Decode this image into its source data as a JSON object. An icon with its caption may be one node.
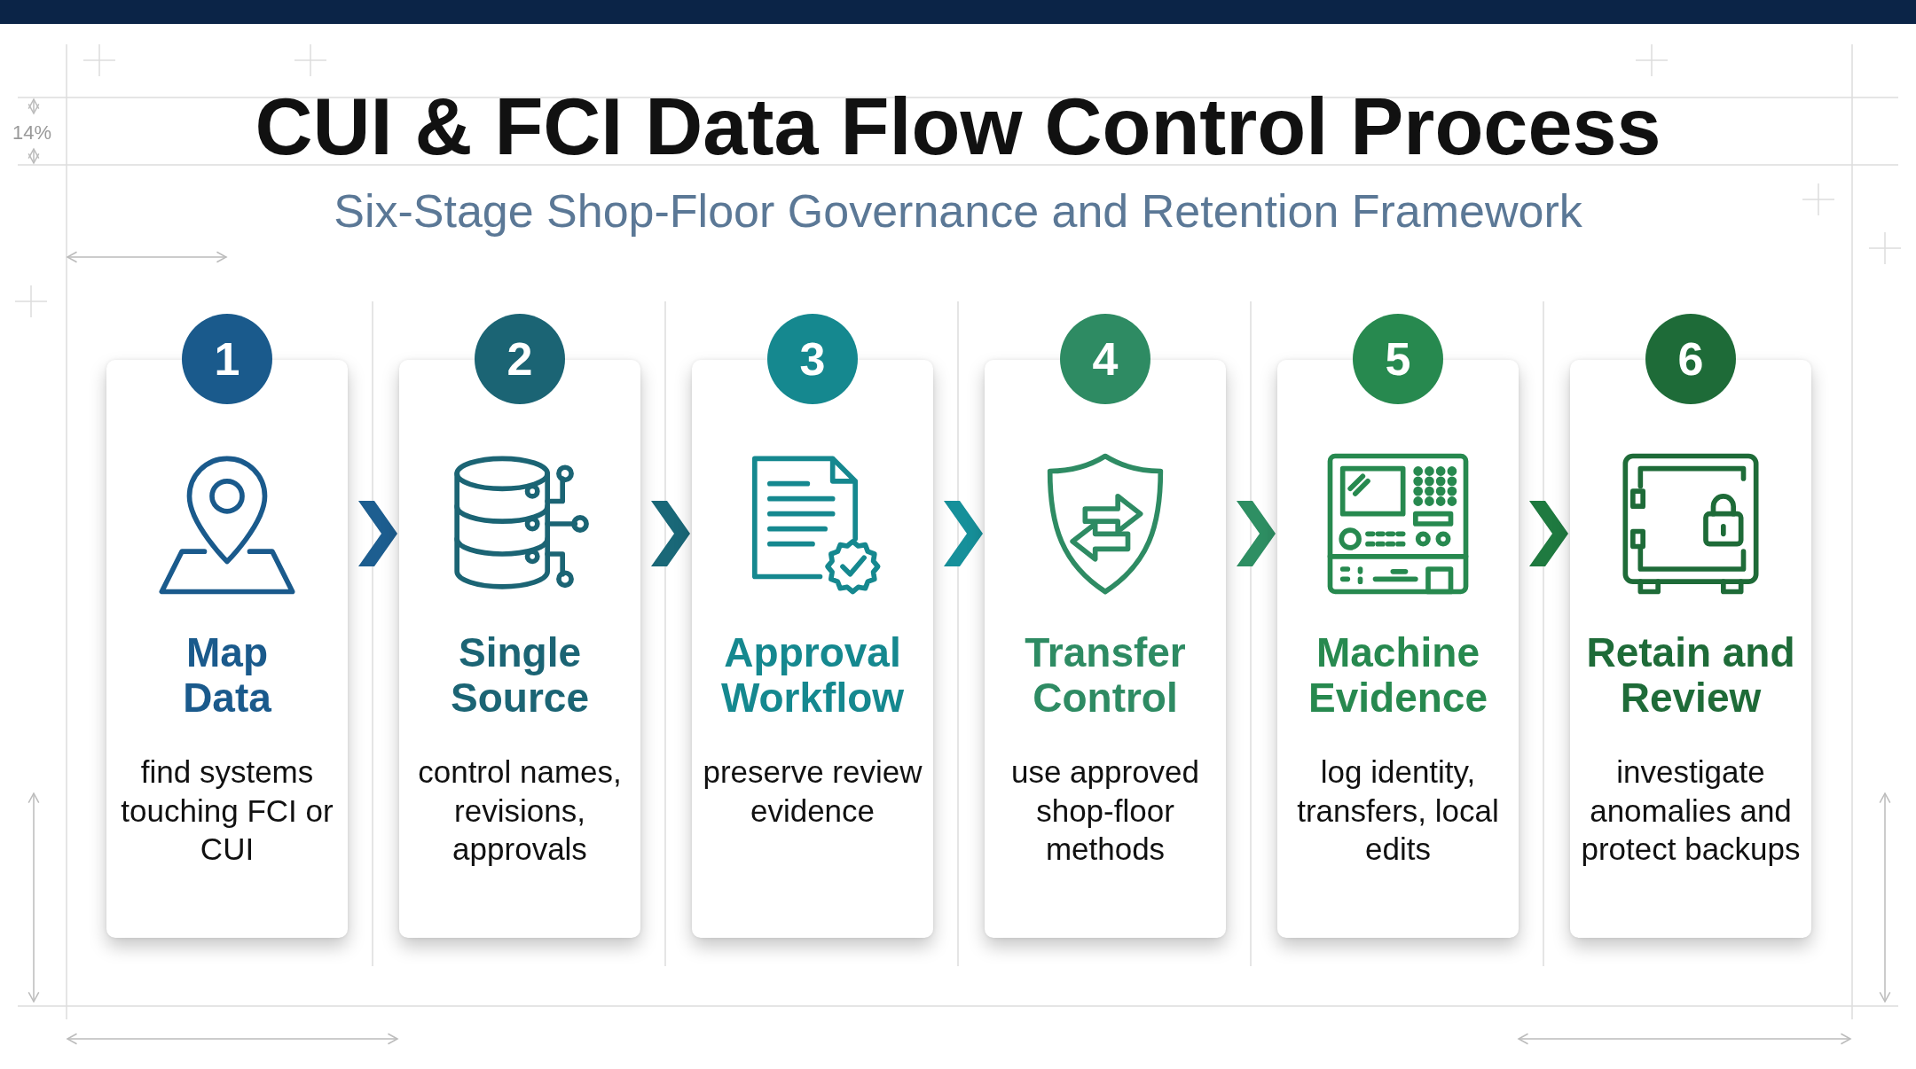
{
  "diagram": {
    "title": "CUI & FCI Data Flow Control Process",
    "caption": "Six-Stage Shop-Floor Governance and Retention Framework",
    "nodes": [
      {
        "text": [
          "1",
          "Map Data",
          "find systems touching FCI or CUI"
        ]
      },
      {
        "text": [
          "2",
          "Single Source",
          "control names, revisions, approvals"
        ]
      },
      {
        "text": [
          "3",
          "Approval Workflow",
          "preserve review evidence"
        ]
      },
      {
        "text": [
          "4",
          "Transfer Control",
          "use approved shop-floor methods"
        ]
      },
      {
        "text": [
          "5",
          "Machine Evidence",
          "log identity, transfers, local edits"
        ]
      },
      {
        "text": [
          "6",
          "Retain and Review",
          "investigate anomalies and protect backups"
        ]
      }
    ],
    "edges": [
      {
        "from": 0,
        "to": 1,
        "arrow": "to",
        "color": "#1d5e90"
      },
      {
        "from": 1,
        "to": 2,
        "arrow": "to",
        "color": "#1a6878"
      },
      {
        "from": 2,
        "to": 3,
        "arrow": "to",
        "color": "#16909a"
      },
      {
        "from": 3,
        "to": 4,
        "arrow": "to",
        "color": "#2e8f63"
      },
      {
        "from": 4,
        "to": 5,
        "arrow": "to",
        "color": "#1f7a40"
      }
    ],
    "labels": [
      "14%"
    ]
  }
}
